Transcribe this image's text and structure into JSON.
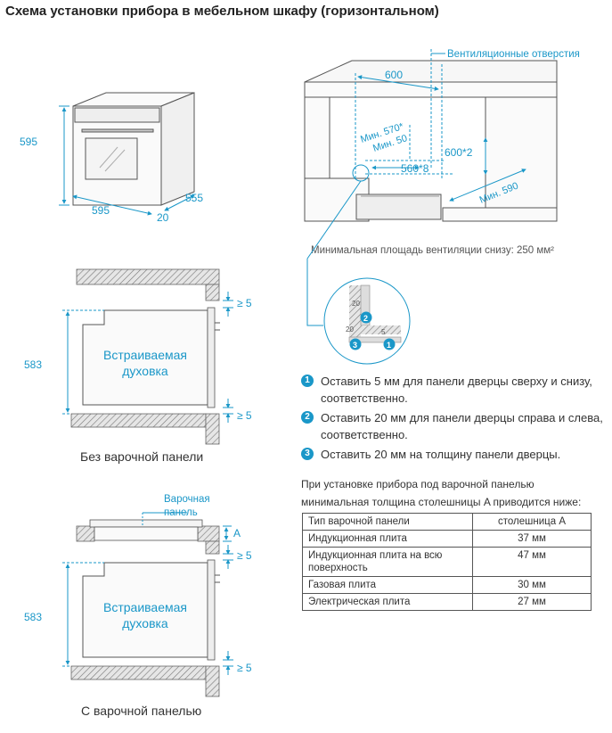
{
  "title": "Схема установки прибора в мебельном шкафу (горизонтальном)",
  "oven_dims": {
    "height": "595",
    "width": "595",
    "depth": "555",
    "front": "20"
  },
  "cabinet": {
    "vent_label": "Вентиляционные отверстия",
    "width": "600",
    "min_570": "Мин. 570*",
    "min_50": "Мин. 50",
    "height_600": "600*2",
    "depth_560": "560*8",
    "min_590": "Мин. 590",
    "vent_area": "Минимальная площадь вентиляции снизу: 250 мм²"
  },
  "detail": {
    "d1": "20",
    "d2": "20",
    "d3": "5",
    "b1": "1",
    "b2": "2",
    "b3": "3"
  },
  "without_panel": {
    "oven_label_1": "Встраиваемая",
    "oven_label_2": "духовка",
    "height": "583",
    "gap_top": "≥ 5",
    "gap_bottom": "≥ 5",
    "caption": "Без варочной панели"
  },
  "with_panel": {
    "panel_label_1": "Варочная",
    "panel_label_2": "панель",
    "a_label": "A",
    "oven_label_1": "Встраиваемая",
    "oven_label_2": "духовка",
    "height": "583",
    "gap_top": "≥ 5",
    "gap_bottom": "≥ 5",
    "caption": "С варочной панелью"
  },
  "notes": [
    {
      "n": "1",
      "text": "Оставить 5 мм для панели дверцы сверху и снизу, соответственно."
    },
    {
      "n": "2",
      "text": "Оставить 20 мм для панели дверцы справа и слева, соответственно."
    },
    {
      "n": "3",
      "text": "Оставить 20 мм на толщину панели дверцы."
    }
  ],
  "intro": "При установке прибора под варочной панелью минимальная толщина столешницы A приводится ниже:",
  "table": {
    "headers": [
      "Тип варочной панели",
      "столешница A"
    ],
    "rows": [
      [
        "Индукционная плита",
        "37 мм"
      ],
      [
        "Индукционная плита на всю поверхность",
        "47 мм"
      ],
      [
        "Газовая плита",
        "30 мм"
      ],
      [
        "Электрическая плита",
        "27 мм"
      ]
    ]
  },
  "colors": {
    "accent": "#1a97c8",
    "hatch": "#888888",
    "line": "#555555"
  }
}
